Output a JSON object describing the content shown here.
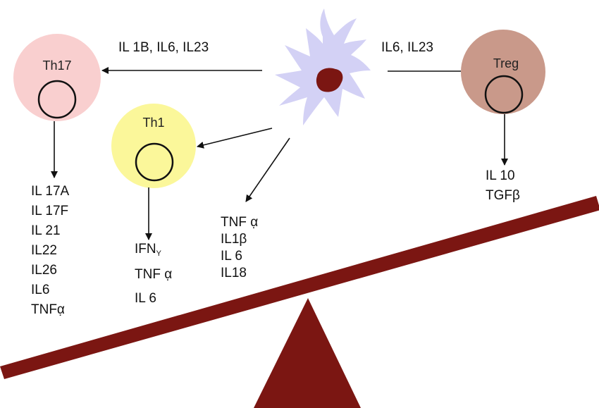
{
  "colors": {
    "th17_fill": "#f9cfcf",
    "th1_fill": "#fbf79a",
    "treg_fill": "#c9998a",
    "dendritic_cell_fill": "#d3d1f5",
    "nucleus_fill": "#7b1612",
    "seesaw_fill": "#7b1612",
    "arrow": "#111111"
  },
  "cells": {
    "th17": {
      "name": "Th17"
    },
    "th1": {
      "name": "Th1"
    },
    "treg": {
      "name": "Treg"
    }
  },
  "arrows": {
    "to_th17_label": "IL 1B, IL6, IL23",
    "to_treg_label": "IL6, IL23"
  },
  "cytokines": {
    "th17": [
      "IL 17A",
      "IL 17F",
      "IL 21",
      "IL22",
      "IL26",
      "IL6",
      "TNFα̣"
    ],
    "th1": {
      "ifn_main": "IFN",
      "ifn_sub": "Y",
      "tnf": "TNF α̣",
      "il6": "IL 6"
    },
    "dendritic": [
      "TNF α̣",
      "IL1β",
      "IL 6",
      "IL18"
    ],
    "treg": [
      "IL 10",
      "TGFβ"
    ]
  }
}
